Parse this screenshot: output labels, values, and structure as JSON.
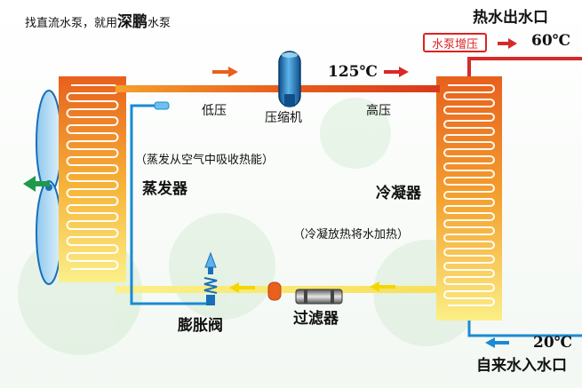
{
  "header": {
    "prefix": "找直流水泵，就用",
    "brand": "深鹏",
    "suffix": "水泵"
  },
  "hot_water_outlet": {
    "label": "热水出水口",
    "temp": "60℃"
  },
  "pump_boost_label": "水泵增压",
  "compressor": {
    "label": "压缩机",
    "temp": "125℃"
  },
  "low_pressure_label": "低压",
  "high_pressure_label": "高压",
  "evaporator": {
    "label": "蒸发器",
    "note": "（蒸发从空气中吸收热能）"
  },
  "condenser": {
    "label": "冷凝器",
    "note": "（冷凝放热将水加热）"
  },
  "expansion_valve_label": "膨胀阀",
  "filter_label": "过滤器",
  "tap_water_inlet": {
    "label": "自来水入水口",
    "temp": "20℃"
  },
  "colors": {
    "hot_pipe": "#e8601c",
    "cold_pipe": "#1a8ad4",
    "warm_pipe": "#f5d000",
    "arrow_red": "#d62a2a",
    "arrow_green": "#1e9a4a"
  }
}
